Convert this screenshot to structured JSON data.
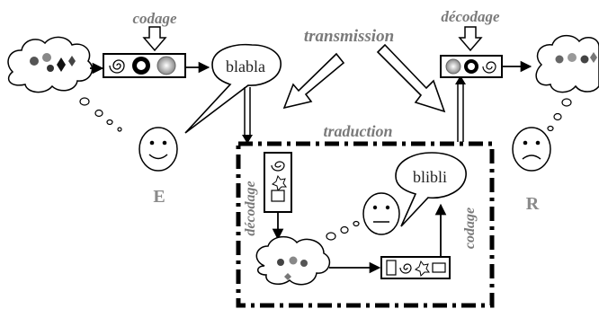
{
  "labels": {
    "codage_top": "codage",
    "transmission": "transmission",
    "decodage_top": "décodage",
    "traduction": "traduction",
    "decodage_vertical": "décodage",
    "codage_vertical": "codage",
    "speech_sender": "blabla",
    "speech_translator": "blibli",
    "sender_letter": "E",
    "receiver_letter": "R"
  },
  "colors": {
    "line": "#000000",
    "label_gray": "#7a7a7a",
    "face_fill": "#ffffff"
  },
  "icons": {
    "sender_thought": "star-flower-cluster",
    "sender_code": "spiral-gear-circle",
    "receiver_code": "circle-gear-spiral",
    "receiver_thought": "star-flower-cluster",
    "translator_thought": "star-flower-cluster",
    "translator_decode": "spiral-star-square",
    "translator_code": "square-spiral-star-rect"
  }
}
